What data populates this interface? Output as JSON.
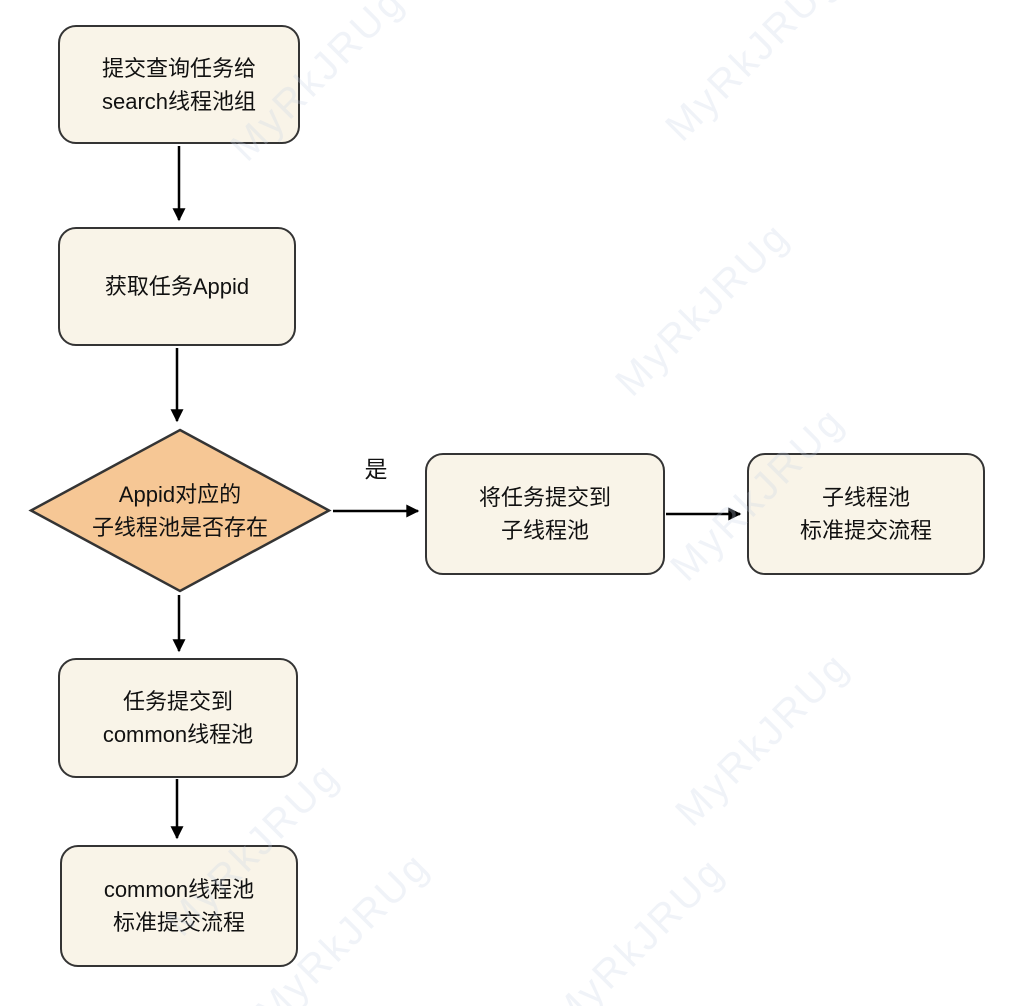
{
  "watermark": {
    "text": "MyRkJRUg"
  },
  "diagram": {
    "nodes": {
      "submit_query": {
        "type": "process",
        "label": "提交查询任务给\nsearch线程池组"
      },
      "get_appid": {
        "type": "process",
        "label": "获取任务Appid"
      },
      "decision": {
        "type": "decision",
        "label": "Appid对应的\n子线程池是否存在"
      },
      "submit_sub": {
        "type": "process",
        "label": "将任务提交到\n子线程池"
      },
      "sub_standard": {
        "type": "process",
        "label": "子线程池\n标准提交流程"
      },
      "submit_common": {
        "type": "process",
        "label": "任务提交到\ncommon线程池"
      },
      "common_standard": {
        "type": "process",
        "label": "common线程池\n标准提交流程"
      }
    },
    "edges": [
      {
        "from": "submit_query",
        "to": "get_appid",
        "label": ""
      },
      {
        "from": "get_appid",
        "to": "decision",
        "label": ""
      },
      {
        "from": "decision",
        "to": "submit_sub",
        "label": "是"
      },
      {
        "from": "submit_sub",
        "to": "sub_standard",
        "label": ""
      },
      {
        "from": "decision",
        "to": "submit_common",
        "label": ""
      },
      {
        "from": "submit_common",
        "to": "common_standard",
        "label": ""
      }
    ],
    "colors": {
      "box_fill": "#f9f4e8",
      "diamond_fill": "#f6c795",
      "border": "#343434",
      "arrow": "#000000",
      "text": "#111111"
    }
  }
}
